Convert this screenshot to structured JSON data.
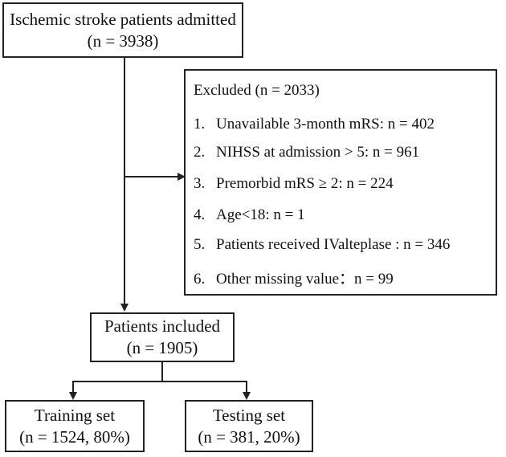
{
  "flowchart": {
    "admitted": {
      "line1": "Ischemic stroke patients admitted",
      "line2": "(n = 3938)"
    },
    "excluded": {
      "title": "Excluded (n = 2033)",
      "items": [
        {
          "num": "1.",
          "text": "Unavailable 3-month mRS: n = 402"
        },
        {
          "num": "2.",
          "text": "NIHSS at admission > 5: n = 961"
        },
        {
          "num": "3.",
          "text": "Premorbid mRS ≥ 2: n = 224"
        },
        {
          "num": "4.",
          "text": "Age<18: n = 1"
        },
        {
          "num": "5.",
          "text": "Patients received IValteplase : n = 346"
        },
        {
          "num": "6.",
          "text": "Other missing value：n = 99"
        }
      ]
    },
    "included": {
      "line1": "Patients included",
      "line2": "(n = 1905)"
    },
    "training": {
      "line1": "Training set",
      "line2": "(n = 1524, 80%)"
    },
    "testing": {
      "line1": "Testing set",
      "line2": "(n = 381, 20%)"
    }
  }
}
